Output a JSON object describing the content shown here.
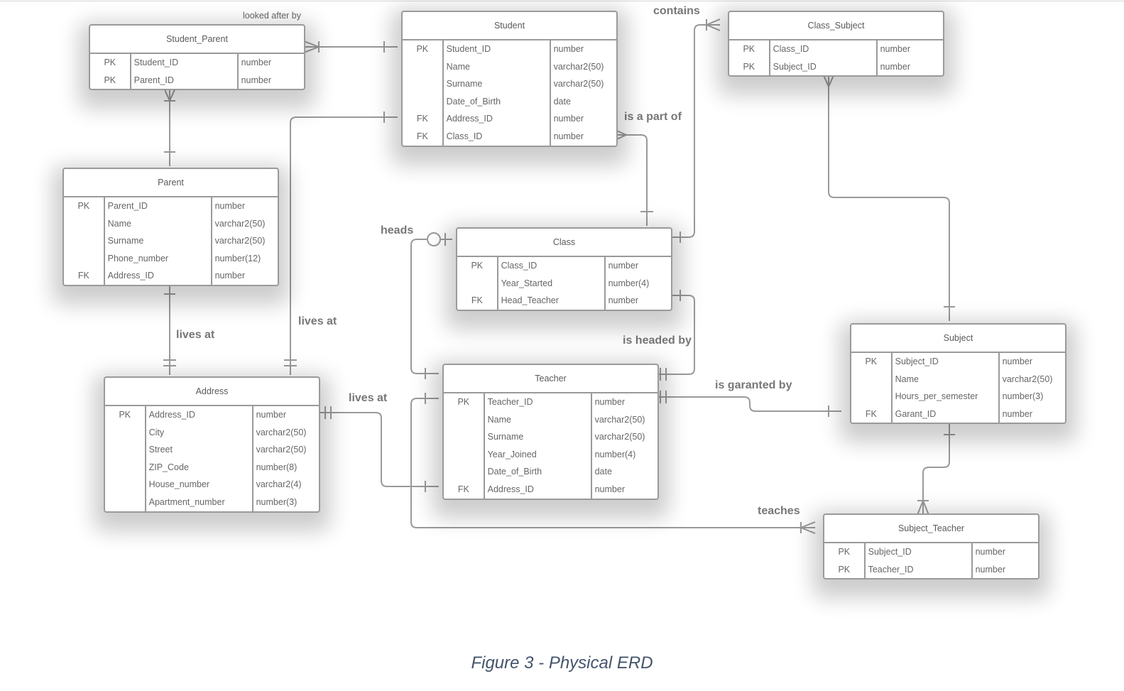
{
  "figure_caption": "Figure 3 - Physical ERD",
  "entities": [
    {
      "id": "student_parent",
      "title": "Student_Parent",
      "rows": [
        {
          "key": "PK",
          "name": "Student_ID",
          "type": "number"
        },
        {
          "key": "PK",
          "name": "Parent_ID",
          "type": "number"
        }
      ]
    },
    {
      "id": "student",
      "title": "Student",
      "rows": [
        {
          "key": "PK",
          "name": "Student_ID",
          "type": "number"
        },
        {
          "key": "",
          "name": "Name",
          "type": "varchar2(50)"
        },
        {
          "key": "",
          "name": "Surname",
          "type": "varchar2(50)"
        },
        {
          "key": "",
          "name": "Date_of_Birth",
          "type": "date"
        },
        {
          "key": "FK",
          "name": "Address_ID",
          "type": "number"
        },
        {
          "key": "FK",
          "name": "Class_ID",
          "type": "number"
        }
      ]
    },
    {
      "id": "class_subject",
      "title": "Class_Subject",
      "rows": [
        {
          "key": "PK",
          "name": "Class_ID",
          "type": "number"
        },
        {
          "key": "PK",
          "name": "Subject_ID",
          "type": "number"
        }
      ]
    },
    {
      "id": "parent",
      "title": "Parent",
      "rows": [
        {
          "key": "PK",
          "name": "Parent_ID",
          "type": "number"
        },
        {
          "key": "",
          "name": "Name",
          "type": "varchar2(50)"
        },
        {
          "key": "",
          "name": "Surname",
          "type": "varchar2(50)"
        },
        {
          "key": "",
          "name": "Phone_number",
          "type": "number(12)"
        },
        {
          "key": "FK",
          "name": "Address_ID",
          "type": "number"
        }
      ]
    },
    {
      "id": "class",
      "title": "Class",
      "rows": [
        {
          "key": "PK",
          "name": "Class_ID",
          "type": "number"
        },
        {
          "key": "",
          "name": "Year_Started",
          "type": "number(4)"
        },
        {
          "key": "FK",
          "name": "Head_Teacher",
          "type": "number"
        }
      ]
    },
    {
      "id": "subject",
      "title": "Subject",
      "rows": [
        {
          "key": "PK",
          "name": "Subject_ID",
          "type": "number"
        },
        {
          "key": "",
          "name": "Name",
          "type": "varchar2(50)"
        },
        {
          "key": "",
          "name": "Hours_per_semester",
          "type": "number(3)"
        },
        {
          "key": "FK",
          "name": "Garant_ID",
          "type": "number"
        }
      ]
    },
    {
      "id": "address",
      "title": "Address",
      "rows": [
        {
          "key": "PK",
          "name": "Address_ID",
          "type": "number"
        },
        {
          "key": "",
          "name": "City",
          "type": "varchar2(50)"
        },
        {
          "key": "",
          "name": "Street",
          "type": "varchar2(50)"
        },
        {
          "key": "",
          "name": "ZIP_Code",
          "type": "number(8)"
        },
        {
          "key": "",
          "name": "House_number",
          "type": "varchar2(4)"
        },
        {
          "key": "",
          "name": "Apartment_number",
          "type": "number(3)"
        }
      ]
    },
    {
      "id": "teacher",
      "title": "Teacher",
      "rows": [
        {
          "key": "PK",
          "name": "Teacher_ID",
          "type": "number"
        },
        {
          "key": "",
          "name": "Name",
          "type": "varchar2(50)"
        },
        {
          "key": "",
          "name": "Surname",
          "type": "varchar2(50)"
        },
        {
          "key": "",
          "name": "Year_Joined",
          "type": "number(4)"
        },
        {
          "key": "",
          "name": "Date_of_Birth",
          "type": "date"
        },
        {
          "key": "FK",
          "name": "Address_ID",
          "type": "number"
        }
      ]
    },
    {
      "id": "subject_teacher",
      "title": "Subject_Teacher",
      "rows": [
        {
          "key": "PK",
          "name": "Subject_ID",
          "type": "number"
        },
        {
          "key": "PK",
          "name": "Teacher_ID",
          "type": "number"
        }
      ]
    }
  ],
  "relationship_labels": {
    "looked_after_by": "looked after by",
    "contains": "contains",
    "is_a_part_of": "is a part of",
    "heads": "heads",
    "lives_at_parent": "lives at",
    "lives_at_student": "lives at",
    "is_headed_by": "is headed by",
    "is_garanted_by": "is garanted by",
    "lives_at_teacher": "lives at",
    "teaches": "teaches"
  },
  "colors": {
    "line": "#9a9a9a",
    "text": "#666666",
    "caption": "#44546a"
  }
}
